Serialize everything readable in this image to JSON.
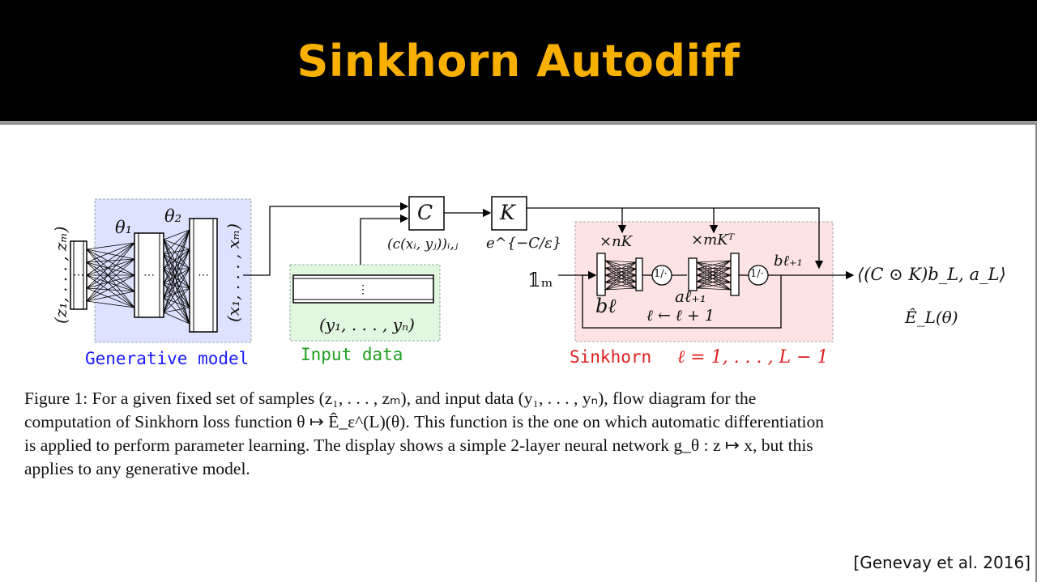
{
  "slide": {
    "title": "Sinkhorn Autodiff",
    "citation": "[Genevay et al. 2016]"
  },
  "diagram": {
    "sections": {
      "generative_model": "Generative model",
      "input_data": "Input data",
      "sinkhorn": "Sinkhorn",
      "sinkhorn_range": "ℓ = 1, . . . , L − 1"
    },
    "labels": {
      "z_vector": "(z₁, . . . , zₘ)",
      "x_vector": "(x₁, . . . , xₘ)",
      "theta1": "θ₁",
      "theta2": "θ₂",
      "y_vector": "(y₁, . . . , yₙ)",
      "C_node": "C",
      "K_node": "K",
      "cost_formula": "(c(xᵢ, yⱼ))ᵢ,ⱼ",
      "kernel_formula": "e^{−C/ε}",
      "times_nK": "×nK",
      "times_mKT": "×mKᵀ",
      "ones_m": "𝟙ₘ",
      "b_l": "bℓ",
      "a_l1": "aℓ₊₁",
      "b_l1": "bℓ₊₁",
      "recip": "1/·",
      "update": "ℓ ← ℓ + 1",
      "output_expr": "⟨(C ⊙ K)b_L, a_L⟩",
      "output_loss": "Ê_L(θ)"
    },
    "colors": {
      "generative_bg": "#dde3ff",
      "input_bg": "#e2f7df",
      "sinkhorn_bg": "#fde3e3",
      "generative_text": "#1a1aff",
      "input_text": "#1f9f1f",
      "sinkhorn_text": "#e01e1e",
      "title_color": "#f7b000"
    }
  },
  "caption": {
    "lines": [
      "Figure 1:   For a given fixed set of samples (z₁, . . . , zₘ), and input data (y₁, . . . , yₙ), flow diagram for the",
      "computation of Sinkhorn loss function θ ↦ Ê_ε^(L)(θ). This function is the one on which automatic differentiation",
      "is applied to perform parameter learning. The display shows a simple 2-layer neural network g_θ : z ↦ x, but this",
      "applies to any generative model."
    ]
  }
}
